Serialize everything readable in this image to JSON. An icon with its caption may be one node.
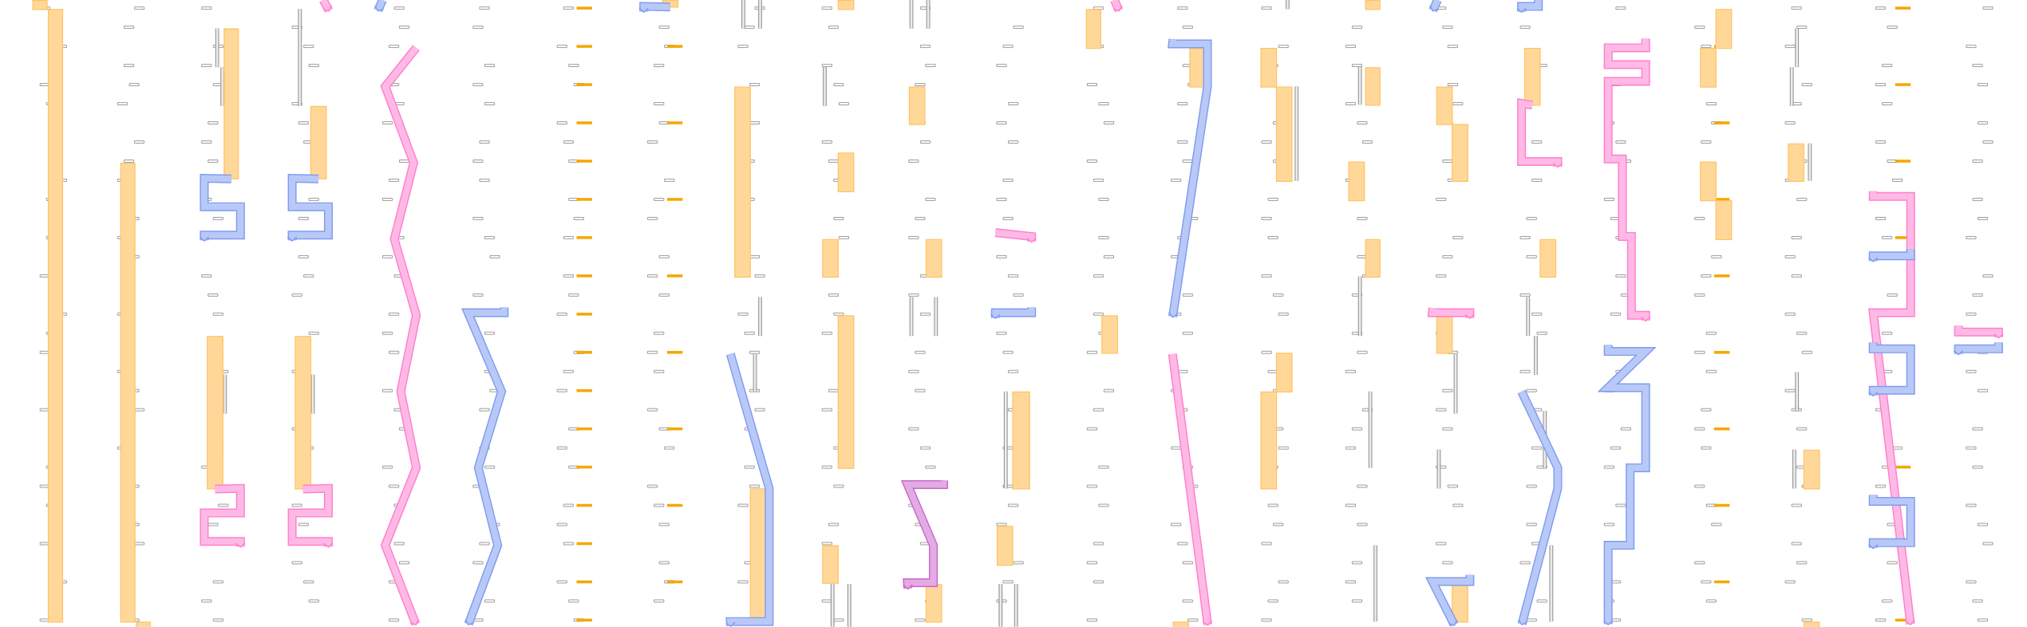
{
  "diagram": {
    "nodes": [
      {
        "text": [],
        "shape": "bar"
      },
      {
        "text": [],
        "shape": "bar"
      },
      {
        "text": [],
        "shape": "bar"
      },
      {
        "text": [],
        "shape": "bar"
      },
      {
        "text": [],
        "shape": "bar"
      },
      {
        "text": [],
        "shape": "bar"
      },
      {
        "text": [],
        "shape": "bar"
      },
      {
        "text": [],
        "shape": "bar"
      },
      {
        "text": [],
        "shape": "bar"
      },
      {
        "text": [],
        "shape": "bar"
      },
      {
        "text": [],
        "shape": "bar"
      },
      {
        "text": [],
        "shape": "bar"
      },
      {
        "text": [],
        "shape": "bar"
      },
      {
        "text": [],
        "shape": "bar"
      },
      {
        "text": [],
        "shape": "bar"
      },
      {
        "text": [],
        "shape": "bar"
      },
      {
        "text": [],
        "shape": "bar"
      },
      {
        "text": [],
        "shape": "bar"
      },
      {
        "text": [],
        "shape": "bar"
      },
      {
        "text": [],
        "shape": "bar"
      },
      {
        "text": [],
        "shape": "bar"
      },
      {
        "text": [],
        "shape": "bar"
      },
      {
        "text": [],
        "shape": "bar"
      },
      {
        "text": [],
        "shape": "bar"
      },
      {
        "text": [],
        "shape": "bar"
      },
      {
        "text": [],
        "shape": "bar"
      },
      {
        "text": [],
        "shape": "bar"
      },
      {
        "text": [],
        "shape": "bar"
      },
      {
        "text": [],
        "shape": "bar"
      },
      {
        "text": [],
        "shape": "bar"
      },
      {
        "text": [],
        "shape": "bar"
      },
      {
        "text": [],
        "shape": "bar"
      },
      {
        "text": [],
        "shape": "bar"
      },
      {
        "text": [],
        "shape": "bar"
      },
      {
        "text": [],
        "shape": "bar"
      },
      {
        "text": [],
        "shape": "bar"
      },
      {
        "text": [],
        "shape": "bar"
      },
      {
        "text": [],
        "shape": "bar"
      },
      {
        "text": [],
        "shape": "bar"
      },
      {
        "text": [],
        "shape": "bar"
      },
      {
        "text": [],
        "shape": "bar"
      },
      {
        "text": [],
        "shape": "bar"
      },
      {
        "text": [],
        "shape": "bar"
      },
      {
        "text": [],
        "shape": "bar"
      },
      {
        "text": [],
        "shape": "bar"
      },
      {
        "text": [],
        "shape": "bar"
      }
    ],
    "edges": [
      {
        "from": 4,
        "to": null,
        "arrow": "to"
      },
      {
        "from": 6,
        "to": null,
        "arrow": "to"
      },
      {
        "from": 5,
        "to": null,
        "arrow": "to",
        "color": "#ff7fcf"
      },
      {
        "from": 7,
        "to": null,
        "arrow": "to",
        "color": "#ff7fcf"
      },
      {
        "from": 8,
        "to": null,
        "arrow": "to"
      },
      {
        "from": 37,
        "to": null,
        "arrow": "to",
        "color": "#ff7fcf"
      },
      {
        "from": null,
        "to": 10,
        "arrow": "to"
      },
      {
        "from": null,
        "to": 18,
        "arrow": "to",
        "color": "#cc66cc"
      },
      {
        "from": 23,
        "to": null,
        "arrow": "to"
      },
      {
        "from": null,
        "to": 24,
        "arrow": "to",
        "color": "#ff7fcf"
      },
      {
        "from": 35,
        "to": null,
        "arrow": "to",
        "color": "#ff7fcf"
      },
      {
        "from": null,
        "to": 36,
        "arrow": "to"
      }
    ]
  }
}
